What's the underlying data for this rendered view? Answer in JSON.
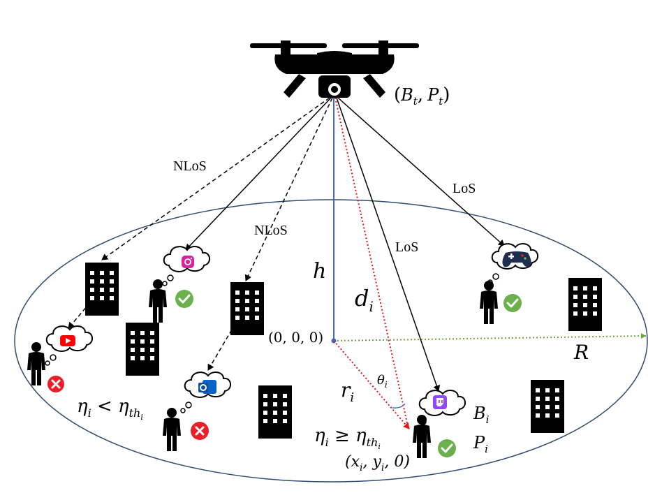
{
  "drone_params": {
    "open": "(",
    "bt": "B",
    "bt_sub": "t",
    "sep": ",",
    "pt": "P",
    "pt_sub": "t",
    "close": ")"
  },
  "links": {
    "nlos_left": "NLoS",
    "nlos_center": "NLoS",
    "los_center": "LoS",
    "los_right": "LoS"
  },
  "geometry_labels": {
    "height": "h",
    "distance": "d",
    "distance_sub": "i",
    "origin": "(0, 0, 0)",
    "radius": "R",
    "ground_dist": "r",
    "ground_dist_sub": "i",
    "angle": "θ",
    "angle_sub": "i"
  },
  "user_labels": {
    "bandwidth": "B",
    "bandwidth_sub": "i",
    "power": "P",
    "power_sub": "i",
    "position": "(x",
    "position_x_sub": "i",
    "position_mid": ", y",
    "position_y_sub": "i",
    "position_end": ", 0)"
  },
  "conditions": {
    "fail_eta": "η",
    "fail_eta_sub": "i",
    "fail_op": " < ",
    "fail_thr": "η",
    "fail_thr_sub": "th",
    "fail_thr_subsub": "i",
    "pass_eta": "η",
    "pass_eta_sub": "i",
    "pass_op": " ≥ ",
    "pass_thr": "η",
    "pass_thr_sub": "th",
    "pass_thr_subsub": "i"
  },
  "colors": {
    "ellipse": "#2f4a6e",
    "height_line": "#3b6bc2",
    "radius_line": "#6aa83a",
    "dotted_red": "#e01818",
    "angle_arc": "#3b6bc2",
    "check": "#6bb04c",
    "cross": "#e8202a",
    "youtube": "#ff0000",
    "instagram": "#d6249f",
    "outlook": "#0a64c8",
    "twitch": "#9146ff"
  },
  "icons": {
    "drone": "drone-icon",
    "building": "building-icon",
    "person": "person-icon",
    "youtube": "youtube-icon",
    "instagram": "instagram-icon",
    "outlook": "outlook-icon",
    "twitch": "twitch-icon",
    "gamepad": "gamepad-icon",
    "check": "check-icon",
    "cross": "cross-icon"
  }
}
